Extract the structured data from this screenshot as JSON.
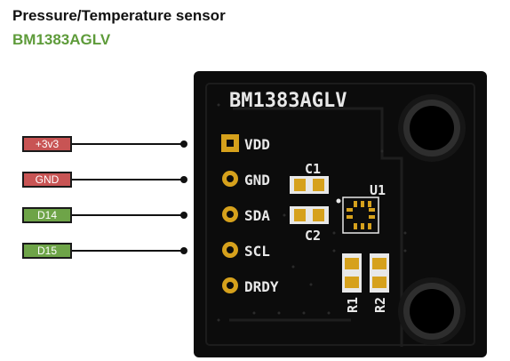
{
  "title": "Pressure/Temperature  sensor",
  "subtitle": "BM1383AGLV",
  "wires": [
    {
      "label": "+3v3",
      "color": "#c85454"
    },
    {
      "label": "GND",
      "color": "#c85454"
    },
    {
      "label": "D14",
      "color": "#6ea448"
    },
    {
      "label": "D15",
      "color": "#6ea448"
    }
  ],
  "board": {
    "name": "BM1383AGLV",
    "pins": [
      "VDD",
      "GND",
      "SDA",
      "SCL",
      "DRDY"
    ],
    "components": {
      "c1": "C1",
      "c2": "C2",
      "u1": "U1",
      "r1": "R1",
      "r2": "R2"
    },
    "colors": {
      "pcb": "#0c0c0c",
      "silkscreen": "#e8e8e8",
      "pad": "#d6a11c",
      "tag_red": "#c85454",
      "tag_green": "#6ea448"
    }
  }
}
